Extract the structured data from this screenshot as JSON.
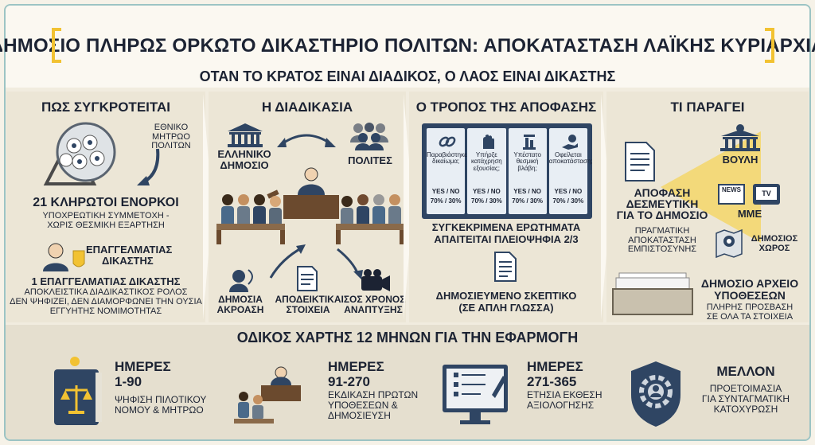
{
  "header": {
    "title": "ΔΗΜΟΣΙΟ ΠΛΗΡΩΣ ΟΡΚΩΤΟ ΔΙΚΑΣΤΗΡΙΟ ΠΟΛΙΤΩΝ: ΑΠΟΚΑΤΑΣΤΑΣΗ ΛΑΪΚΗΣ ΚΥΡΙΑΡΧΙΑΣ",
    "subtitle": "ΟΤΑΝ ΤΟ ΚΡΑΤΟΣ ΕΙΝΑΙ ΔΙΑΔΙΚΟΣ, Ο ΛΑΟΣ ΕΙΝΑΙ ΔΙΚΑΣΤΗΣ"
  },
  "colors": {
    "accent": "#f2c232",
    "navy": "#2f4563",
    "teal": "#9cc4c4",
    "panel": "#ece6d6"
  },
  "col1": {
    "title": "ΠΩΣ ΣΥΓΚΡΟΤΕΙΤΑΙ",
    "registry_l1": "ΕΘΝΙΚΟ",
    "registry_l2": "ΜΗΤΡΩΟ",
    "registry_l3": "ΠΟΛΙΤΩΝ",
    "jurors": "21 ΚΛΗΡΩΤΟΙ ΕΝΟΡΚΟΙ",
    "jurors_d1": "ΥΠΟΧΡΕΩΤΙΚΗ ΣΥΜΜΕΤΟΧΗ -",
    "jurors_d2": "ΧΩΡΙΣ ΘΕΣΜΙΚΗ ΕΞΑΡΤΗΣΗ",
    "judge_l1": "ΕΠΑΓΓΕΛΜΑΤΙΑΣ",
    "judge_l2": "ΔΙΚΑΣΤΗΣ",
    "judge_t": "1 ΕΠΑΓΓΕΛΜΑΤΙΑΣ ΔΙΚΑΣΤΗΣ",
    "judge_d1": "ΑΠΟΚΛΕΙΣΤΙΚΑ ΔΙΑΔΙΚΑΣΤΙΚΟΣ ΡΟΛΟΣ",
    "judge_d2": "ΔΕΝ ΨΗΦΙΖΕΙ, ΔΕΝ ΔΙΑΜΟΡΦΩΝΕΙ ΤΗΝ ΟΥΣΙΑ",
    "judge_d3": "ΕΓΓΥΗΤΗΣ ΝΟΜΙΜΟΤΗΤΑΣ"
  },
  "col2": {
    "title": "Η ΔΙΑΔΙΚΑΣΙΑ",
    "state_l1": "ΕΛΛΗΝΙΚΟ",
    "state_l2": "ΔΗΜΟΣΙΟ",
    "citizens": "ΠΟΛΙΤΕΣ",
    "hearing_l1": "ΔΗΜΟΣΙΑ",
    "hearing_l2": "ΑΚΡΟΑΣΗ",
    "evidence_l1": "ΑΠΟΔΕΙΚΤΙΚΑ",
    "evidence_l2": "ΣΤΟΙΧΕΙΑ",
    "airtime_l1": "ΙΣΟΣ ΧΡΟΝΟΣ",
    "airtime_l2": "ΑΝΑΠΤΥΞΗΣ"
  },
  "col3": {
    "title": "Ο ΤΡΟΠΟΣ ΤΗΣ ΑΠΟΦΑΣΗΣ",
    "questions": [
      {
        "l1": "Παραβιάστηκε",
        "l2": "δικαίωμα;"
      },
      {
        "l1": "Υπήρξε",
        "l2": "κατάχρηση",
        "l3": "εξουσίας;"
      },
      {
        "l1": "Υπέστατο",
        "l2": "θεσμική",
        "l3": "βλάβη;"
      },
      {
        "l1": "Οφείλεται",
        "l2": "αποκατάσταση;"
      }
    ],
    "yes_no": "YES / NO",
    "pct": "70% / 30%",
    "q_l1": "ΣΥΓΚΕΚΡΙΜΕΝΑ ΕΡΩΤΗΜΑΤΑ",
    "q_l2": "ΑΠΑΙΤΕΙΤΑΙ ΠΛΕΙΟΨΗΦΙΑ 2/3",
    "reason_l1": "ΔΗΜΟΣΙΕΥΜΕΝΟ ΣΚΕΠΤΙΚΟ",
    "reason_l2": "(ΣΕ ΑΠΛΗ ΓΛΩΣΣΑ)"
  },
  "col4": {
    "title": "ΤΙ ΠΑΡΑΓΕΙ",
    "decision_l1": "ΑΠΟΦΑΣΗ",
    "decision_l2": "ΔΕΣΜΕΥΤΙΚΗ",
    "decision_l3": "ΓΙΑ ΤΟ ΔΗΜΟΣΙΟ",
    "trust_l1": "ΠΡΑΓΜΑΤΙΚΗ",
    "trust_l2": "ΑΠΟΚΑΤΑΣΤΑΣΗ",
    "trust_l3": "ΕΜΠΙΣΤΟΣΥΝΗΣ",
    "parliament": "ΒΟΥΛΗ",
    "news": "NEWS",
    "tv": "TV",
    "media": "ΜΜΕ",
    "public_l1": "ΔΗΜΟΣΙΟΣ",
    "public_l2": "ΧΩΡΟΣ",
    "archive_l1": "ΔΗΜΟΣΙΟ ΑΡΧΕΙΟ",
    "archive_l2": "ΥΠΟΘΕΣΕΩΝ",
    "archive_d1": "ΠΛΗΡΗΣ ΠΡΟΣΒΑΣΗ",
    "archive_d2": "ΣΕ ΟΛΑ ΤΑ ΣΤΟΙΧΕΙΑ"
  },
  "roadmap": {
    "title": "ΟΔΙΚΟΣ ΧΑΡΤΗΣ 12 ΜΗΝΩΝ ΓΙΑ ΤΗΝ ΕΦΑΡΜΟΓΗ",
    "items": [
      {
        "l1": "ΗΜΕΡΕΣ",
        "l2": "1-90",
        "d1": "ΨΗΦΙΣΗ ΠΙΛΟΤΙΚΟΥ",
        "d2": "ΝΟΜΟΥ & ΜΗΤΡΩΟ"
      },
      {
        "l1": "ΗΜΕΡΕΣ",
        "l2": "91-270",
        "d1": "ΕΚΔΙΚΑΣΗ ΠΡΩΤΩΝ",
        "d2": "ΥΠΟΘΕΣΕΩΝ &",
        "d3": "ΔΗΜΟΣΙΕΥΣΗ"
      },
      {
        "l1": "ΗΜΕΡΕΣ",
        "l2": "271-365",
        "d1": "ΕΤΗΣΙΑ ΕΚΘΕΣΗ",
        "d2": "ΑΞΙΟΛΟΓΗΣΗΣ"
      },
      {
        "l1": "ΜΕΛΛΟΝ",
        "d1": "ΠΡΟΕΤΟΙΜΑΣΙΑ",
        "d2": "ΓΙΑ ΣΥΝΤΑΓΜΑΤΙΚΗ",
        "d3": "ΚΑΤΟΧΥΡΩΣΗ"
      }
    ]
  }
}
